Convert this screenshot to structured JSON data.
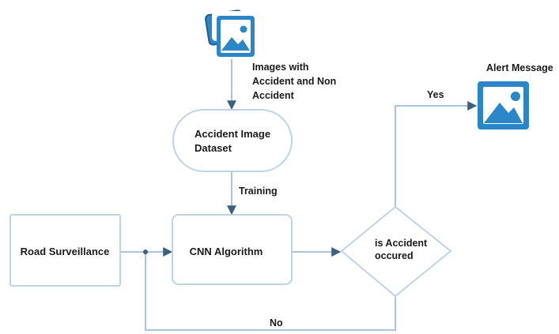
{
  "nodes": {
    "images_caption": [
      "Images with",
      "Accident and Non",
      "Accident"
    ],
    "dataset": [
      "Accident Image",
      "Dataset"
    ],
    "road_surveillance": "Road Surveillance",
    "cnn_algorithm": "CNN Algorithm",
    "decision": [
      "is Accident",
      "occured"
    ],
    "alert_message": "Alert Message"
  },
  "edges": {
    "training": "Training",
    "yes": "Yes",
    "no": "No"
  },
  "icons": {
    "top_image": "image-stack-icon",
    "alert_image": "image-icon"
  },
  "colors": {
    "icon_blue": "#2b86c8",
    "icon_dark": "#1d5f92",
    "line": "#a9c4e0",
    "node_border": "#bcd3ea",
    "arrow": "#3d5f80"
  }
}
